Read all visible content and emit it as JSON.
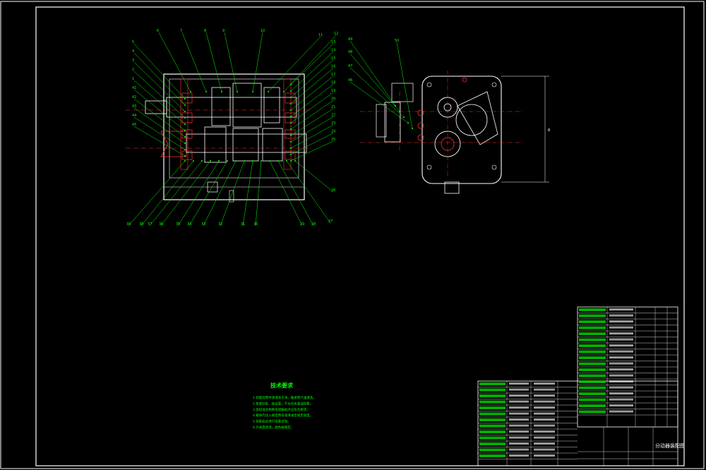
{
  "drawing": {
    "notes_title": "技术要求",
    "notes": [
      "1.装配前零件须清洗干净，轴承用汽油清洗。",
      "2.各密封处、结合面，不允许有漏油现象。",
      "3.齿轮啮合侧隙及接触斑点应符合要求。",
      "4.箱体内注入规定牌号润滑油至规定高度。",
      "5.装配后应进行空载试验。",
      "6.外表面涂漆，颜色按规定。"
    ],
    "title_block_name": "分动器装配图",
    "main_view_top_labels": [
      "6",
      "7",
      "8",
      "9",
      "10",
      "11",
      "12"
    ],
    "main_view_left_labels": [
      "5",
      "4",
      "3",
      "2",
      "1",
      "41",
      "42",
      "43",
      "44",
      "45"
    ],
    "main_view_right_labels": [
      "13",
      "14",
      "15",
      "16",
      "17",
      "18",
      "19",
      "20",
      "21",
      "22",
      "23",
      "24",
      "25"
    ],
    "main_view_bottom_labels": [
      "39",
      "38",
      "37",
      "36",
      "35",
      "34",
      "33",
      "32",
      "31",
      "30",
      "29",
      "28",
      "27",
      "26"
    ],
    "side_view_labels": [
      "49",
      "48",
      "47",
      "46",
      "50"
    ],
    "side_view_dimension": "8"
  }
}
